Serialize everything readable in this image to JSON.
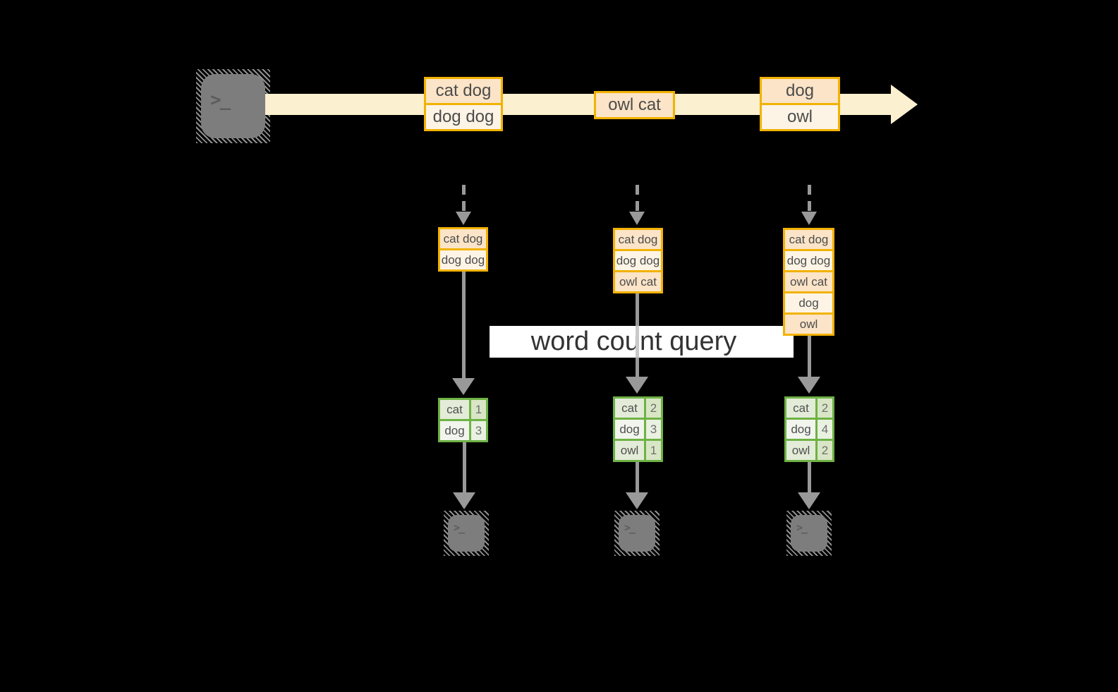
{
  "banner": {
    "label": "word count query"
  },
  "icons": {
    "prompt": ">_"
  },
  "colors": {
    "background": "#000000",
    "amber_border": "#f2b200",
    "record_fill_dark": "#fbe4c7",
    "record_fill_light": "#fdf4e6",
    "timeline_band": "#fbf0cf",
    "green_border": "#6eb244",
    "green_cell_dark": "#e3ecd8",
    "green_cell_light": "#f1f5ed",
    "arrow_gray": "#999999",
    "terminal_gray": "#7d7d7d",
    "banner_bg": "#ffffff"
  },
  "timeline": {
    "events": [
      {
        "records": [
          "cat dog",
          "dog dog"
        ]
      },
      {
        "records": [
          "owl cat"
        ]
      },
      {
        "records": [
          "dog",
          "owl"
        ]
      }
    ]
  },
  "columns": [
    {
      "stream_records": [
        "cat dog",
        "dog dog"
      ],
      "counts": {
        "rows": [
          {
            "word": "cat",
            "count": "1"
          },
          {
            "word": "dog",
            "count": "3"
          }
        ]
      }
    },
    {
      "stream_records": [
        "cat dog",
        "dog dog",
        "owl cat"
      ],
      "counts": {
        "rows": [
          {
            "word": "cat",
            "count": "2"
          },
          {
            "word": "dog",
            "count": "3"
          },
          {
            "word": "owl",
            "count": "1"
          }
        ]
      }
    },
    {
      "stream_records": [
        "cat dog",
        "dog dog",
        "owl cat",
        "dog",
        "owl"
      ],
      "counts": {
        "rows": [
          {
            "word": "cat",
            "count": "2"
          },
          {
            "word": "dog",
            "count": "4"
          },
          {
            "word": "owl",
            "count": "2"
          }
        ]
      }
    }
  ]
}
